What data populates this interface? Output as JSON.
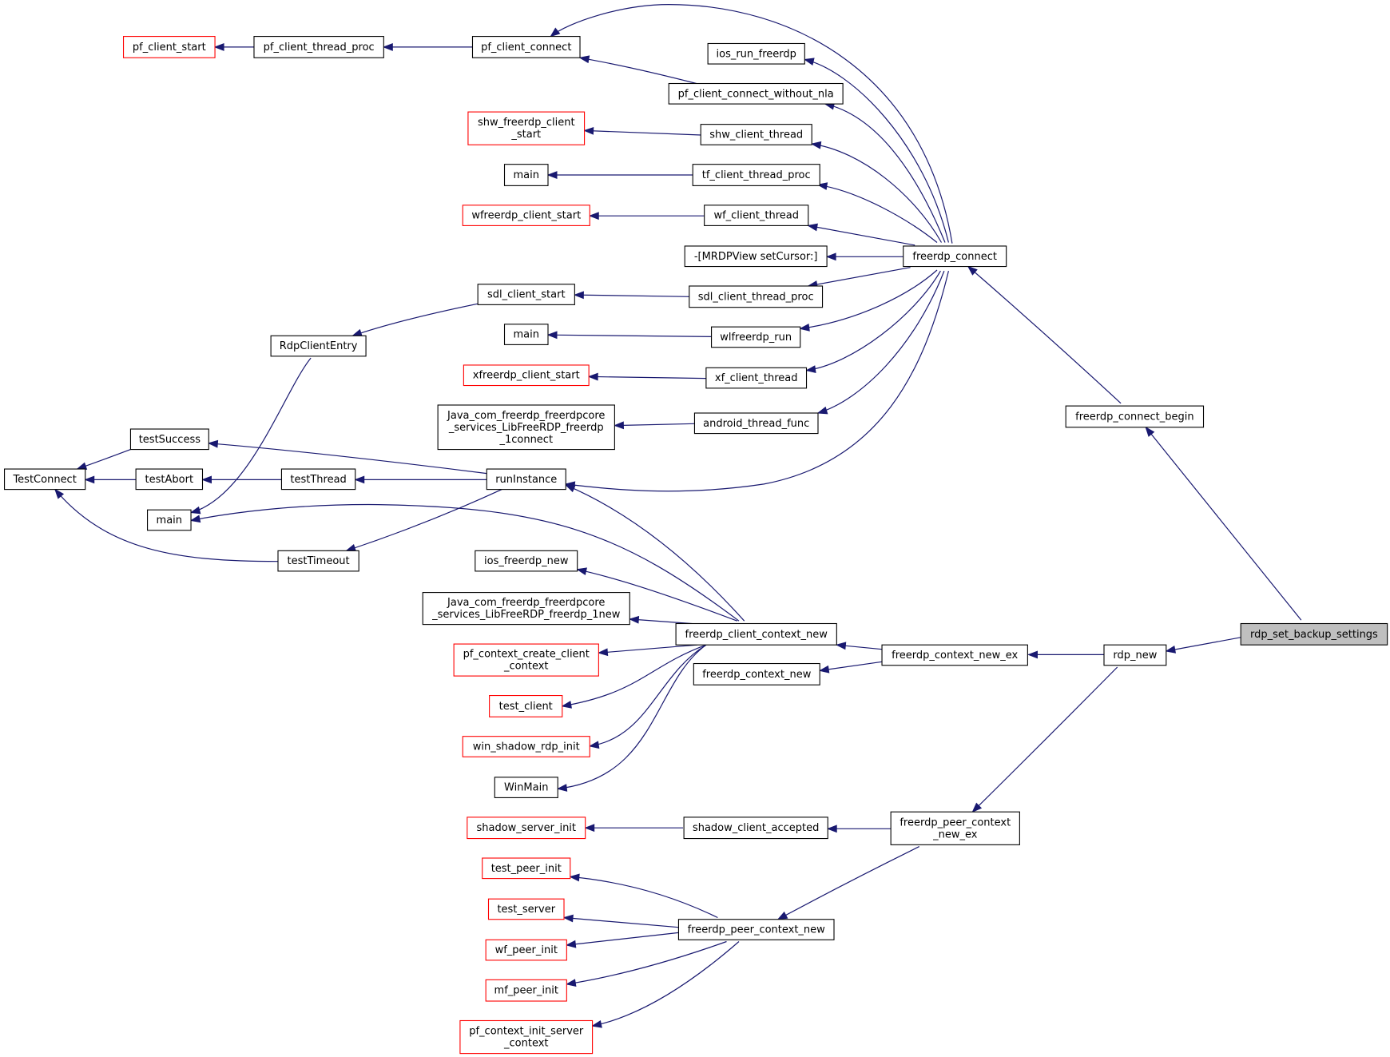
{
  "graph": {
    "kind": "caller graph",
    "colors": {
      "edge": "#191970",
      "node_border": "#000000",
      "truncated_border": "#ff0000",
      "root_fill": "#bfbfbf"
    },
    "nodes": [
      {
        "id": "rdp_set_backup_settings",
        "lines": [
          "rdp_set_backup_settings"
        ],
        "root": true
      },
      {
        "id": "freerdp_connect_begin",
        "lines": [
          "freerdp_connect_begin"
        ]
      },
      {
        "id": "rdp_new",
        "lines": [
          "rdp_new"
        ]
      },
      {
        "id": "freerdp_connect",
        "lines": [
          "freerdp_connect"
        ]
      },
      {
        "id": "freerdp_context_new_ex",
        "lines": [
          "freerdp_context_new_ex"
        ]
      },
      {
        "id": "freerdp_peer_context_new_ex",
        "lines": [
          "freerdp_peer_context",
          "_new_ex"
        ]
      },
      {
        "id": "pf_client_connect",
        "lines": [
          "pf_client_connect"
        ]
      },
      {
        "id": "ios_run_freerdp",
        "lines": [
          "ios_run_freerdp"
        ]
      },
      {
        "id": "pf_client_connect_without_nla",
        "lines": [
          "pf_client_connect_without_nla"
        ]
      },
      {
        "id": "shw_client_thread",
        "lines": [
          "shw_client_thread"
        ]
      },
      {
        "id": "tf_client_thread_proc",
        "lines": [
          "tf_client_thread_proc"
        ]
      },
      {
        "id": "wf_client_thread",
        "lines": [
          "wf_client_thread"
        ]
      },
      {
        "id": "mrdpview_setcursor",
        "lines": [
          "-[MRDPView setCursor:]"
        ]
      },
      {
        "id": "sdl_client_thread_proc",
        "lines": [
          "sdl_client_thread_proc"
        ]
      },
      {
        "id": "wlfreerdp_run",
        "lines": [
          "wlfreerdp_run"
        ]
      },
      {
        "id": "xf_client_thread",
        "lines": [
          "xf_client_thread"
        ]
      },
      {
        "id": "android_thread_func",
        "lines": [
          "android_thread_func"
        ]
      },
      {
        "id": "runInstance",
        "lines": [
          "runInstance"
        ]
      },
      {
        "id": "freerdp_client_context_new",
        "lines": [
          "freerdp_client_context_new"
        ]
      },
      {
        "id": "freerdp_context_new",
        "lines": [
          "freerdp_context_new"
        ]
      },
      {
        "id": "shadow_client_accepted",
        "lines": [
          "shadow_client_accepted"
        ]
      },
      {
        "id": "freerdp_peer_context_new",
        "lines": [
          "freerdp_peer_context_new"
        ]
      },
      {
        "id": "pf_client_thread_proc",
        "lines": [
          "pf_client_thread_proc"
        ]
      },
      {
        "id": "pf_client_start",
        "lines": [
          "pf_client_start"
        ],
        "truncated": true
      },
      {
        "id": "shw_freerdp_client_start",
        "lines": [
          "shw_freerdp_client",
          "_start"
        ],
        "truncated": true
      },
      {
        "id": "main_tf",
        "lines": [
          "main"
        ]
      },
      {
        "id": "wfreerdp_client_start",
        "lines": [
          "wfreerdp_client_start"
        ],
        "truncated": true
      },
      {
        "id": "sdl_client_start",
        "lines": [
          "sdl_client_start"
        ]
      },
      {
        "id": "main_wl",
        "lines": [
          "main"
        ]
      },
      {
        "id": "xfreerdp_client_start",
        "lines": [
          "xfreerdp_client_start"
        ],
        "truncated": true
      },
      {
        "id": "java_connect",
        "lines": [
          "Java_com_freerdp_freerdpcore",
          "_services_LibFreeRDP_freerdp",
          "_1connect"
        ]
      },
      {
        "id": "RdpClientEntry",
        "lines": [
          "RdpClientEntry"
        ]
      },
      {
        "id": "testSuccess",
        "lines": [
          "testSuccess"
        ]
      },
      {
        "id": "testAbort",
        "lines": [
          "testAbort"
        ]
      },
      {
        "id": "testThread",
        "lines": [
          "testThread"
        ]
      },
      {
        "id": "main_sdl",
        "lines": [
          "main"
        ]
      },
      {
        "id": "TestConnect",
        "lines": [
          "TestConnect"
        ]
      },
      {
        "id": "testTimeout",
        "lines": [
          "testTimeout"
        ]
      },
      {
        "id": "ios_freerdp_new",
        "lines": [
          "ios_freerdp_new"
        ]
      },
      {
        "id": "java_new",
        "lines": [
          "Java_com_freerdp_freerdpcore",
          "_services_LibFreeRDP_freerdp_1new"
        ]
      },
      {
        "id": "pf_context_create_client_context",
        "lines": [
          "pf_context_create_client",
          "_context"
        ],
        "truncated": true
      },
      {
        "id": "test_client",
        "lines": [
          "test_client"
        ],
        "truncated": true
      },
      {
        "id": "win_shadow_rdp_init",
        "lines": [
          "win_shadow_rdp_init"
        ],
        "truncated": true
      },
      {
        "id": "WinMain",
        "lines": [
          "WinMain"
        ]
      },
      {
        "id": "shadow_server_init",
        "lines": [
          "shadow_server_init"
        ],
        "truncated": true
      },
      {
        "id": "test_peer_init",
        "lines": [
          "test_peer_init"
        ],
        "truncated": true
      },
      {
        "id": "test_server",
        "lines": [
          "test_server"
        ],
        "truncated": true
      },
      {
        "id": "wf_peer_init",
        "lines": [
          "wf_peer_init"
        ],
        "truncated": true
      },
      {
        "id": "mf_peer_init",
        "lines": [
          "mf_peer_init"
        ],
        "truncated": true
      },
      {
        "id": "pf_context_init_server_context",
        "lines": [
          "pf_context_init_server",
          "_context"
        ],
        "truncated": true
      }
    ],
    "edges": [
      {
        "from": "rdp_set_backup_settings",
        "to": "freerdp_connect_begin"
      },
      {
        "from": "rdp_set_backup_settings",
        "to": "rdp_new"
      },
      {
        "from": "freerdp_connect_begin",
        "to": "freerdp_connect"
      },
      {
        "from": "rdp_new",
        "to": "freerdp_context_new_ex"
      },
      {
        "from": "rdp_new",
        "to": "freerdp_peer_context_new_ex"
      },
      {
        "from": "freerdp_connect",
        "to": "pf_client_connect"
      },
      {
        "from": "freerdp_connect",
        "to": "ios_run_freerdp"
      },
      {
        "from": "freerdp_connect",
        "to": "pf_client_connect_without_nla"
      },
      {
        "from": "freerdp_connect",
        "to": "shw_client_thread"
      },
      {
        "from": "freerdp_connect",
        "to": "tf_client_thread_proc"
      },
      {
        "from": "freerdp_connect",
        "to": "wf_client_thread"
      },
      {
        "from": "freerdp_connect",
        "to": "mrdpview_setcursor"
      },
      {
        "from": "freerdp_connect",
        "to": "sdl_client_thread_proc"
      },
      {
        "from": "freerdp_connect",
        "to": "wlfreerdp_run"
      },
      {
        "from": "freerdp_connect",
        "to": "xf_client_thread"
      },
      {
        "from": "freerdp_connect",
        "to": "android_thread_func"
      },
      {
        "from": "freerdp_connect",
        "to": "runInstance"
      },
      {
        "from": "freerdp_context_new_ex",
        "to": "freerdp_client_context_new"
      },
      {
        "from": "freerdp_context_new_ex",
        "to": "freerdp_context_new"
      },
      {
        "from": "freerdp_peer_context_new_ex",
        "to": "shadow_client_accepted"
      },
      {
        "from": "freerdp_peer_context_new_ex",
        "to": "freerdp_peer_context_new"
      },
      {
        "from": "pf_client_connect",
        "to": "pf_client_thread_proc"
      },
      {
        "from": "pf_client_thread_proc",
        "to": "pf_client_start"
      },
      {
        "from": "pf_client_connect_without_nla",
        "to": "pf_client_connect"
      },
      {
        "from": "shw_client_thread",
        "to": "shw_freerdp_client_start"
      },
      {
        "from": "tf_client_thread_proc",
        "to": "main_tf"
      },
      {
        "from": "wf_client_thread",
        "to": "wfreerdp_client_start"
      },
      {
        "from": "sdl_client_thread_proc",
        "to": "sdl_client_start"
      },
      {
        "from": "sdl_client_start",
        "to": "RdpClientEntry"
      },
      {
        "from": "RdpClientEntry",
        "to": "main_sdl"
      },
      {
        "from": "wlfreerdp_run",
        "to": "main_wl"
      },
      {
        "from": "xf_client_thread",
        "to": "xfreerdp_client_start"
      },
      {
        "from": "android_thread_func",
        "to": "java_connect"
      },
      {
        "from": "runInstance",
        "to": "testSuccess"
      },
      {
        "from": "runInstance",
        "to": "testThread"
      },
      {
        "from": "runInstance",
        "to": "testTimeout"
      },
      {
        "from": "testSuccess",
        "to": "TestConnect"
      },
      {
        "from": "testThread",
        "to": "testAbort"
      },
      {
        "from": "testAbort",
        "to": "TestConnect"
      },
      {
        "from": "testTimeout",
        "to": "TestConnect"
      },
      {
        "from": "freerdp_client_context_new",
        "to": "runInstance"
      },
      {
        "from": "freerdp_client_context_new",
        "to": "main_sdl"
      },
      {
        "from": "freerdp_client_context_new",
        "to": "ios_freerdp_new"
      },
      {
        "from": "freerdp_client_context_new",
        "to": "java_new"
      },
      {
        "from": "freerdp_client_context_new",
        "to": "pf_context_create_client_context"
      },
      {
        "from": "freerdp_client_context_new",
        "to": "test_client"
      },
      {
        "from": "freerdp_client_context_new",
        "to": "win_shadow_rdp_init"
      },
      {
        "from": "freerdp_client_context_new",
        "to": "WinMain"
      },
      {
        "from": "shadow_client_accepted",
        "to": "shadow_server_init"
      },
      {
        "from": "freerdp_peer_context_new",
        "to": "test_peer_init"
      },
      {
        "from": "freerdp_peer_context_new",
        "to": "test_server"
      },
      {
        "from": "freerdp_peer_context_new",
        "to": "wf_peer_init"
      },
      {
        "from": "freerdp_peer_context_new",
        "to": "mf_peer_init"
      },
      {
        "from": "freerdp_peer_context_new",
        "to": "pf_context_init_server_context"
      }
    ]
  }
}
